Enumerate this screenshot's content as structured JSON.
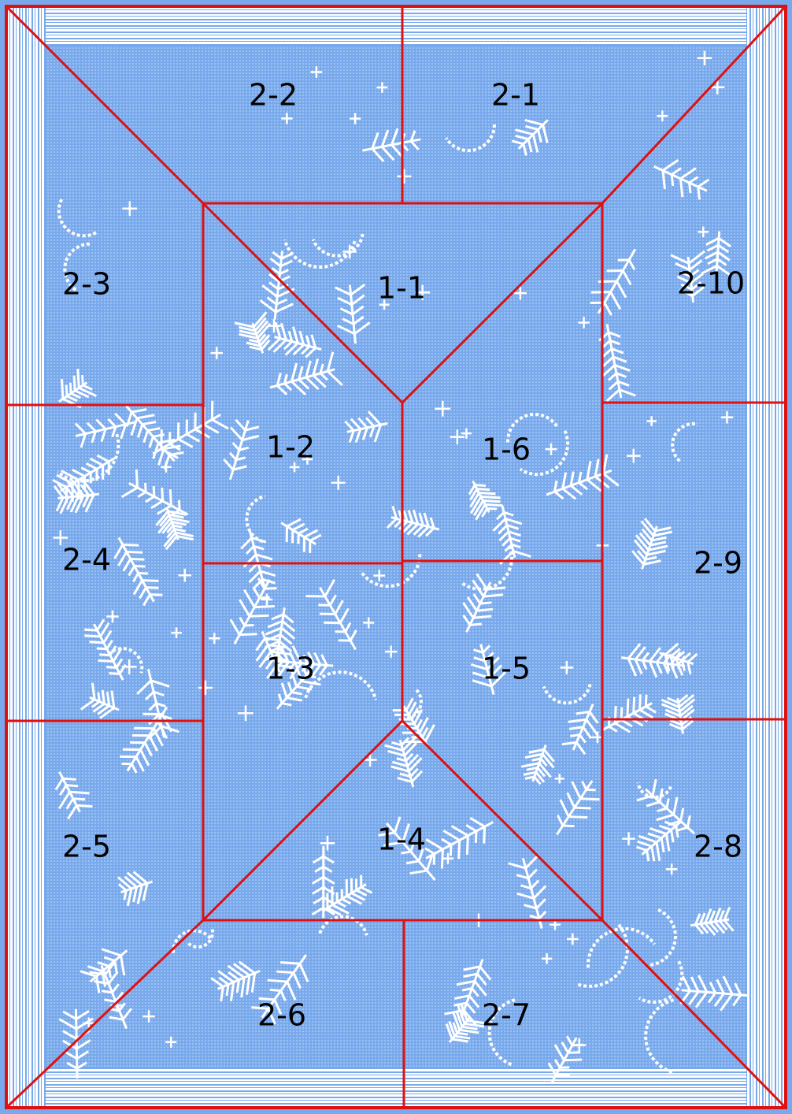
{
  "colors": {
    "base": "#78a9ec",
    "motif": "#ffffff",
    "lines": "#e01010",
    "labels": "#000000"
  },
  "sections": [
    {
      "id": "1-1",
      "label": "1-1"
    },
    {
      "id": "1-2",
      "label": "1-2"
    },
    {
      "id": "1-3",
      "label": "1-3"
    },
    {
      "id": "1-4",
      "label": "1-4"
    },
    {
      "id": "1-5",
      "label": "1-5"
    },
    {
      "id": "1-6",
      "label": "1-6"
    },
    {
      "id": "2-1",
      "label": "2-1"
    },
    {
      "id": "2-2",
      "label": "2-2"
    },
    {
      "id": "2-3",
      "label": "2-3"
    },
    {
      "id": "2-4",
      "label": "2-4"
    },
    {
      "id": "2-5",
      "label": "2-5"
    },
    {
      "id": "2-6",
      "label": "2-6"
    },
    {
      "id": "2-7",
      "label": "2-7"
    },
    {
      "id": "2-8",
      "label": "2-8"
    },
    {
      "id": "2-9",
      "label": "2-9"
    },
    {
      "id": "2-10",
      "label": "2-10"
    }
  ]
}
